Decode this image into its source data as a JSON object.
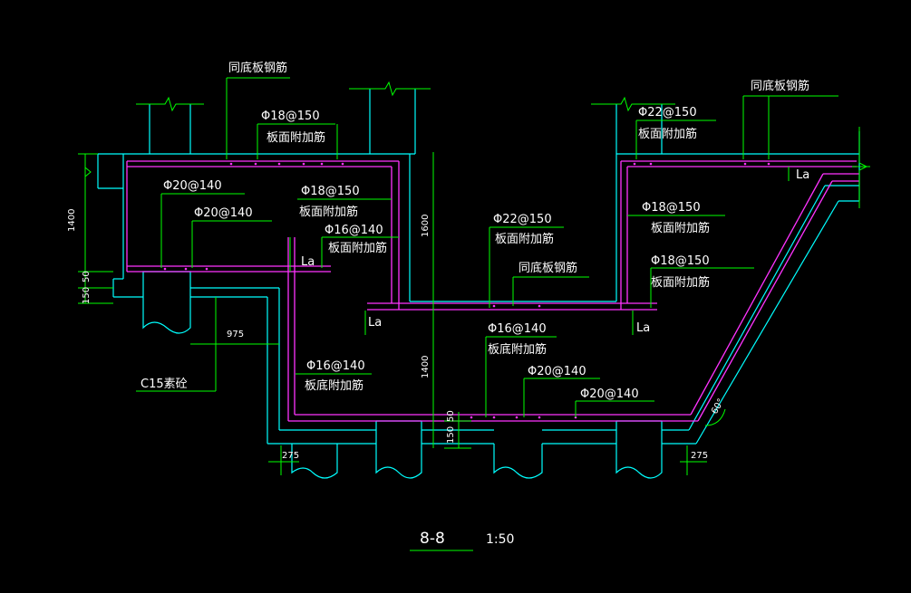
{
  "drawing": {
    "section_title": "8-8",
    "scale": "1:50"
  },
  "labels": {
    "same_bottom_rebar_left": "同底板钢筋",
    "same_bottom_rebar_right": "同底板钢筋",
    "same_bottom_rebar_center": "同底板钢筋",
    "top_add_rebar": "板面附加筋",
    "bottom_add_rebar": "板底附加筋",
    "c15_concrete": "C15素砼",
    "la": "La"
  },
  "rebar_callouts": {
    "c1": "Φ18@150",
    "c2": "Φ20@140",
    "c3": "Φ20@140",
    "c4": "Φ18@150",
    "c5": "Φ16@140",
    "c6": "Φ22@150",
    "c7": "Φ22@150",
    "c8": "Φ18@150",
    "c9": "Φ18@150",
    "c10": "Φ16@140",
    "c11": "Φ16@140",
    "c12": "Φ20@140",
    "c13": "Φ20@140"
  },
  "dimensions": {
    "d1400_left": "1400",
    "d50_left": "50",
    "d150_left": "150",
    "d1600": "1600",
    "d1400_mid": "1400",
    "d975": "975",
    "d50_mid": "50",
    "d150_mid": "150",
    "d275_left": "275",
    "d275_right": "275",
    "angle": "60°"
  },
  "colors": {
    "concrete_outline": "#00ffff",
    "rebar": "#ff33ff",
    "leader": "#00ff00",
    "text": "#ffffff"
  }
}
